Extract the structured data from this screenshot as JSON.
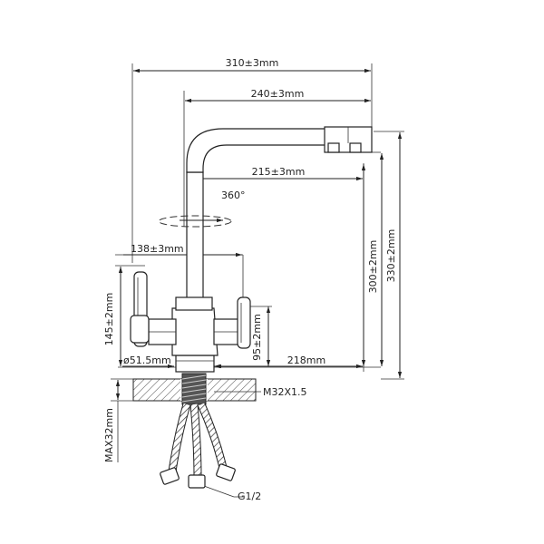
{
  "labels": {
    "total_width": "310±3mm",
    "spout_reach": "240±3mm",
    "spout_inner": "215±3mm",
    "rotation": "360°",
    "handle_offset": "138±3mm",
    "base_height": "145±2mm",
    "body_height": "95±2mm",
    "base_diameter": "ø51.5mm",
    "base_reach": "218mm",
    "thread": "M32X1.5",
    "max_mount": "MAX32mm",
    "hose_thread": "G1/2",
    "spout_height": "300±2mm",
    "total_height": "330±2mm"
  }
}
